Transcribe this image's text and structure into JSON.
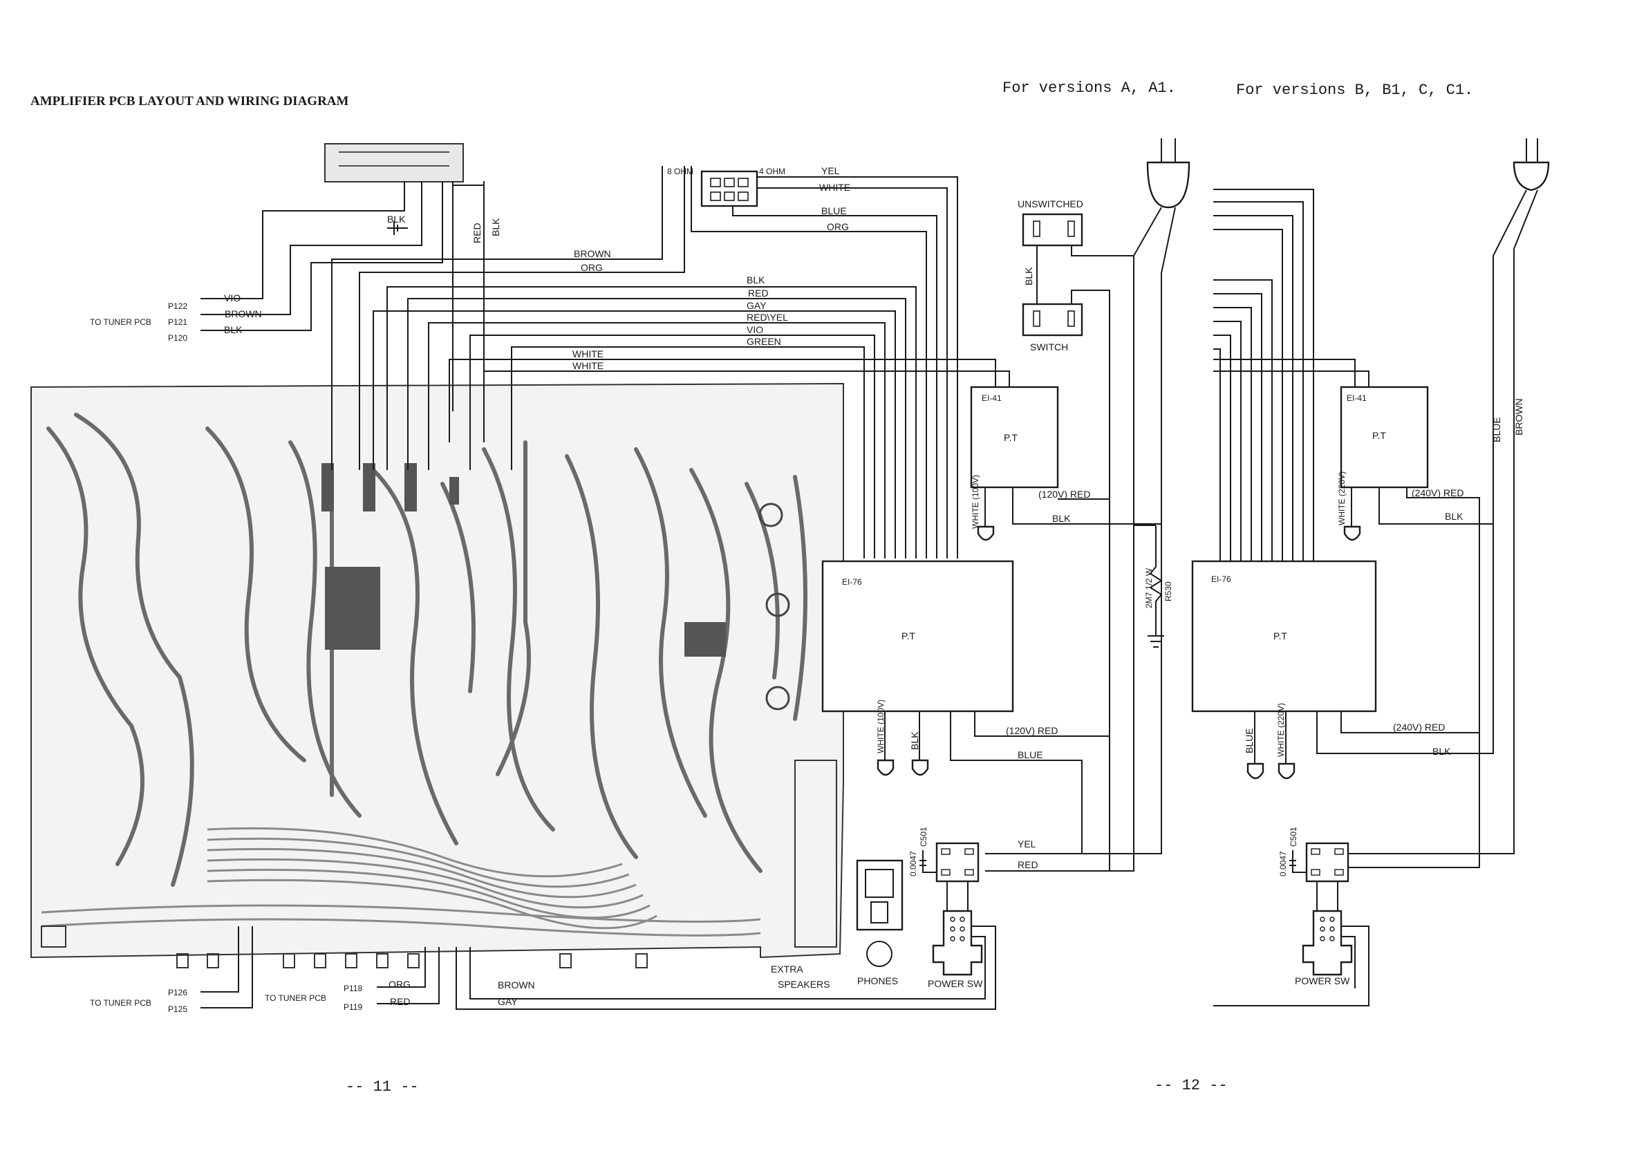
{
  "header": {
    "title": "AMPLIFIER PCB LAYOUT AND WIRING DIAGRAM",
    "version_a": "For versions A, A1.",
    "version_b": "For versions B, B1, C, C1."
  },
  "speaker_terminal": {
    "ohm8": "8 OHM",
    "ohm4": "4 OHM"
  },
  "wires_top": {
    "yel": "YEL",
    "white": "WHITE",
    "blue": "BLUE",
    "org": "ORG",
    "brown": "BROWN",
    "org2": "ORG",
    "blk": "BLK",
    "red": "RED",
    "gay": "GAY",
    "red_yel": "RED\\YEL",
    "vio": "VIO",
    "green": "GREEN",
    "white1": "WHITE",
    "white2": "WHITE",
    "red_v": "RED",
    "blk_v": "BLK",
    "blk_small": "BLK"
  },
  "tuner_top": {
    "to_tuner": "TO TUNER PCB",
    "p122": "P122",
    "p121": "P121",
    "p120": "P120",
    "vio": "VIO",
    "brown": "BROWN",
    "blk": "BLK"
  },
  "tuner_bottom": {
    "to_tuner1": "TO TUNER PCB",
    "p126": "P126",
    "p125": "P125",
    "to_tuner2": "TO TUNER PCB",
    "p118": "P118",
    "p119": "P119",
    "org": "ORG",
    "red": "RED",
    "brown": "BROWN",
    "gay": "GAY"
  },
  "left_psu": {
    "unswitched": "UNSWITCHED",
    "switch": "SWITCH",
    "blk": "BLK",
    "ei41": "EI-41",
    "pt1": "P.T",
    "white100": "WHITE (100V)",
    "red120": "(120V) RED",
    "blk2": "BLK",
    "ei76": "EI-76",
    "pt2": "P.T",
    "white100b": "WHITE (100V)",
    "blk3": "BLK",
    "red120b": "(120V) RED",
    "blue": "BLUE",
    "resistor": "2M7 1/2 W",
    "r530": "R530",
    "cap": "0.0047",
    "c501": "C501",
    "yel": "YEL",
    "red": "RED",
    "extra": "EXTRA",
    "speakers": "SPEAKERS",
    "phones": "PHONES",
    "power_sw": "POWER SW"
  },
  "right_psu": {
    "ei41": "EI-41",
    "pt1": "P.T",
    "white220": "WHITE (220V)",
    "red240": "(240V) RED",
    "blk": "BLK",
    "blue_v": "BLUE",
    "brown_v": "BROWN",
    "ei76": "EI-76",
    "pt2": "P.T",
    "blue": "BLUE",
    "white220b": "WHITE (220V)",
    "red240b": "(240V) RED",
    "blk2": "BLK",
    "cap": "0.0047",
    "c501": "C501",
    "power_sw": "POWER SW"
  },
  "pages": {
    "left": "-- 11 --",
    "right": "-- 12 --"
  }
}
